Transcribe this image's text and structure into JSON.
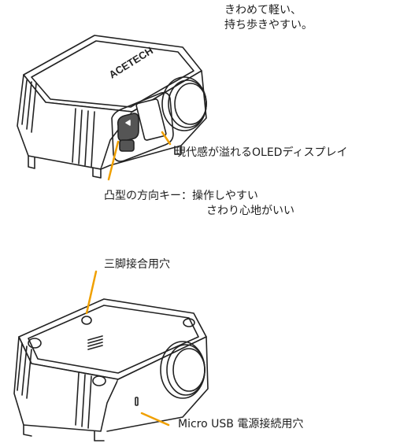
{
  "brand": "ACETECH",
  "accent_color": "#f0a000",
  "labels": {
    "lightweight_line1": "きわめて軽い、",
    "lightweight_line2": "持ち歩きやすい。",
    "oled": "現代感が溢れるOLEDディスプレイ",
    "keys_line1": "凸型の方向キー：操作しやすい",
    "keys_line2": "さわり心地がいい",
    "tripod": "三脚接合用穴",
    "usb": "Micro USB 電源接続用穴"
  }
}
